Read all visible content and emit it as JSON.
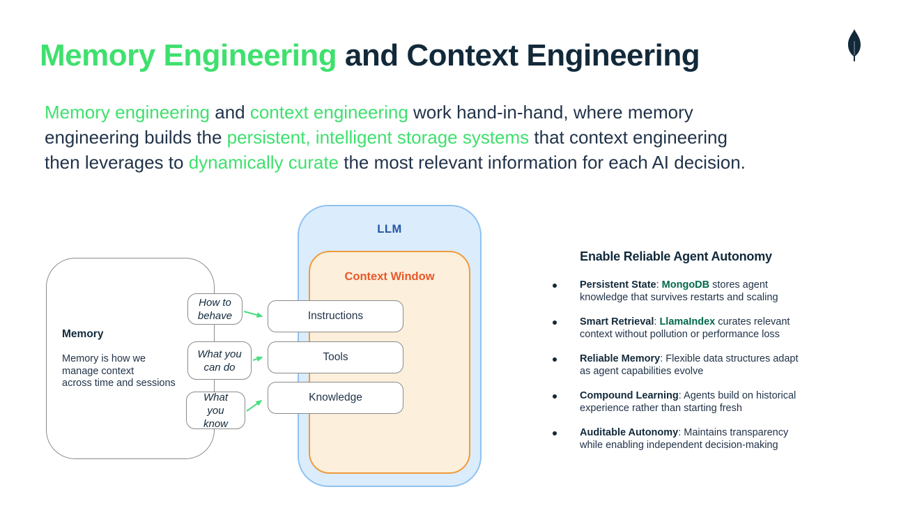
{
  "title": {
    "segments": [
      {
        "text": "Memory Engineering ",
        "style": "green"
      },
      {
        "text": "and Context Engineering",
        "style": "dark"
      }
    ]
  },
  "intro": {
    "segments": [
      {
        "text": "Memory engineering",
        "style": "green"
      },
      {
        "text": " and ",
        "style": "dark"
      },
      {
        "text": "context engineering",
        "style": "green"
      },
      {
        "text": " work hand-in-hand, where memory\nengineering builds the ",
        "style": "dark"
      },
      {
        "text": "persistent, intelligent storage systems",
        "style": "green"
      },
      {
        "text": " that context engineering\nthen leverages to ",
        "style": "dark"
      },
      {
        "text": "dynamically curate",
        "style": "green"
      },
      {
        "text": " the most relevant information for each AI decision.",
        "style": "dark"
      }
    ]
  },
  "logo": {
    "icon": "mongodb-leaf"
  },
  "diagram": {
    "memory": {
      "title": "Memory",
      "body": "Memory is how we\nmanage context\nacross time and sessions"
    },
    "sources": [
      {
        "label": "How to\nbehave"
      },
      {
        "label": "What you\ncan do"
      },
      {
        "label": "What\nyou\nknow"
      }
    ],
    "llm_label": "LLM",
    "context_window_label": "Context Window",
    "targets": [
      {
        "label": "Instructions"
      },
      {
        "label": "Tools"
      },
      {
        "label": "Knowledge"
      }
    ]
  },
  "panel": {
    "heading": "Enable Reliable Agent Autonomy",
    "bullets": [
      {
        "segments": [
          {
            "text": "Persistent State",
            "style": "bold"
          },
          {
            "text": ": ",
            "style": "normal"
          },
          {
            "text": "MongoDB",
            "style": "brand"
          },
          {
            "text": " stores agent\nknowledge that survives restarts and scaling",
            "style": "normal"
          }
        ]
      },
      {
        "segments": [
          {
            "text": "Smart Retrieval",
            "style": "bold"
          },
          {
            "text": ": ",
            "style": "normal"
          },
          {
            "text": "LlamaIndex",
            "style": "brand"
          },
          {
            "text": " curates relevant\ncontext without pollution or performance loss",
            "style": "normal"
          }
        ]
      },
      {
        "segments": [
          {
            "text": "Reliable Memory",
            "style": "bold"
          },
          {
            "text": ": Flexible data structures adapt\nas agent capabilities evolve",
            "style": "normal"
          }
        ]
      },
      {
        "segments": [
          {
            "text": "Compound Learning",
            "style": "bold"
          },
          {
            "text": ": Agents build on historical\nexperience rather than starting fresh",
            "style": "normal"
          }
        ]
      },
      {
        "segments": [
          {
            "text": "Auditable Autonomy",
            "style": "bold"
          },
          {
            "text": ": Maintains transparency\nwhile enabling independent decision-making",
            "style": "normal"
          }
        ]
      }
    ]
  },
  "colors": {
    "accent_green": "#3FE06E",
    "dark_navy": "#12293A",
    "brand_green": "#00684A",
    "llm_blue_text": "#2456A6",
    "llm_fill": "#DBECFC",
    "llm_border": "#8FC2F0",
    "context_fill": "#FCEFDB",
    "context_border": "#F09A3C",
    "context_text": "#E8582C",
    "arrow_green": "#4ADE80",
    "box_border_gray": "#8A8A8A"
  }
}
